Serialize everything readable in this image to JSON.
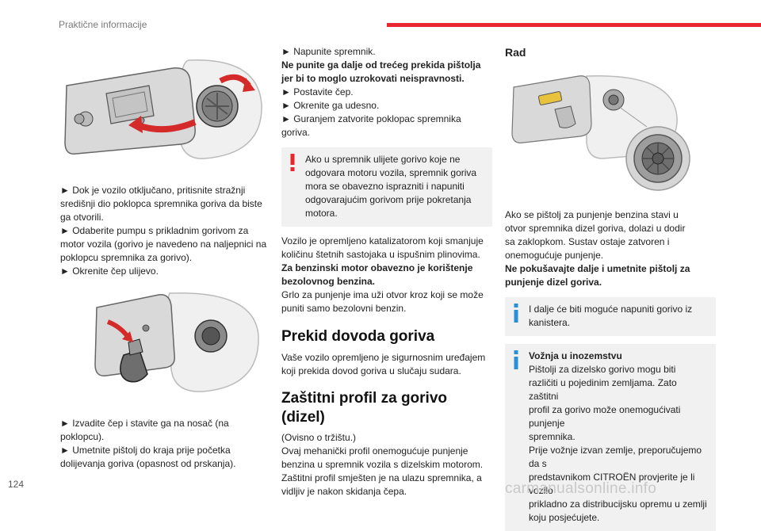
{
  "header": {
    "section": "Praktične informacije",
    "accent_color": "#e8262f"
  },
  "page_number": "124",
  "watermark": "carmanualsonline.info",
  "col1": {
    "step1": [
      "► Dok je vozilo otključano, pritisnite stražnji",
      "središnji dio poklopca spremnika goriva da biste",
      "ga otvorili.",
      "► Odaberite pumpu s prikladnim gorivom za",
      "motor vozila (gorivo je navedeno na naljepnici na",
      "poklopcu spremnika za gorivo).",
      "► Okrenite čep ulijevo."
    ],
    "step2": [
      "► Izvadite čep i stavite ga na nosač (na",
      "poklopcu).",
      "► Umetnite pištolj do kraja prije početka",
      "dolijevanja goriva (opasnost od prskanja)."
    ]
  },
  "col2": {
    "fill": [
      "► Napunite spremnik."
    ],
    "fill_bold": [
      "Ne punite ga dalje od trećeg prekida pištolja",
      "jer bi to moglo uzrokovati neispravnosti."
    ],
    "close": [
      "► Postavite čep.",
      "► Okrenite ga udesno.",
      "► Guranjem zatvorite poklopac spremnika",
      "goriva."
    ],
    "warning": [
      "Ako u spremnik ulijete gorivo koje ne",
      "odgovara motoru vozila, spremnik goriva",
      "mora se obavezno isprazniti i napuniti",
      "odgovarajućim gorivom prije pokretanja",
      "motora."
    ],
    "catalyst": [
      "Vozilo je opremljeno katalizatorom koji smanjuje",
      "količinu štetnih sastojaka u ispušnim plinovima."
    ],
    "catalyst_bold": [
      "Za benzinski motor obavezno je korištenje",
      "bezolovnog benzina."
    ],
    "catalyst2": [
      "Grlo za punjenje ima uži otvor kroz koji se može",
      "puniti samo bezolovni benzin."
    ],
    "h_cutoff": "Prekid dovoda goriva",
    "cutoff": [
      "Vaše vozilo opremljeno je sigurnosnim uređajem",
      "koji prekida dovod goriva u slučaju sudara."
    ],
    "h_profile": [
      "Zaštitni profil za gorivo",
      "(dizel)"
    ],
    "profile": [
      "(Ovisno o tržištu.)",
      "Ovaj mehanički profil onemogućuje punjenje",
      "benzina u spremnik vozila s dizelskim motorom.",
      "Zaštitni profil smješten je na ulazu spremnika, a",
      "vidljiv je nakon skidanja čepa."
    ]
  },
  "col3": {
    "h_rad": "Rad",
    "rad": [
      "Ako se pištolj za punjenje benzina stavi u",
      "otvor spremnika dizel goriva, dolazi u dodir",
      "sa zaklopkom. Sustav ostaje zatvoren i",
      "onemogućuje punjenje."
    ],
    "rad_bold": [
      "Ne pokušavajte dalje i umetnite pištolj za",
      "punjenje dizel goriva."
    ],
    "info1": [
      "I dalje će biti moguće napuniti gorivo iz",
      "kanistera."
    ],
    "info2_title": "Vožnja u inozemstvu",
    "info2": [
      "Pištolji za dizelsko gorivo mogu biti",
      "različiti u pojedinim zemljama. Zato zaštitni",
      "profil za gorivo može onemogućivati punjenje",
      "spremnika.",
      "Prije vožnje izvan zemlje, preporučujemo da s",
      "predstavnikom CITROËN provjerite je li vozilo",
      "prikladno za distribucijsku opremu u zemlji",
      "koju posjećujete."
    ],
    "info_color": "#2a8fd6",
    "warning_color": "#e8262f"
  }
}
